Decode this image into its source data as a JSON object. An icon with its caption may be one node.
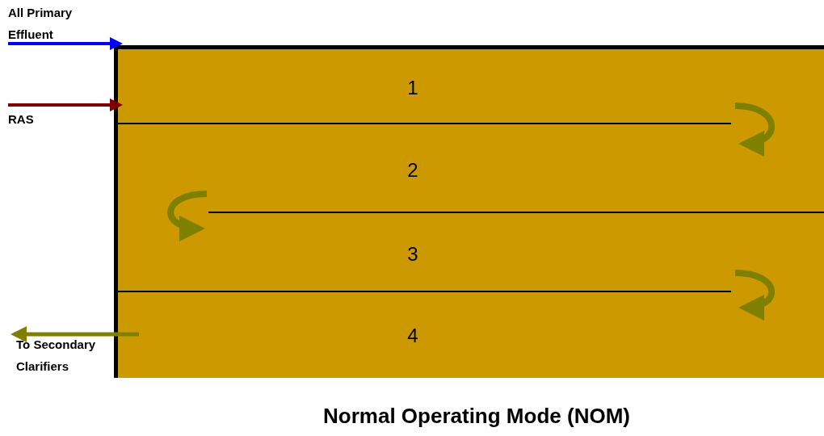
{
  "diagram": {
    "caption": "Normal Operating Mode (NOM)",
    "nodes": [
      {
        "text": [
          "All Primary Effluent"
        ]
      },
      {
        "text": [
          "RAS"
        ]
      },
      {
        "text": [],
        "shape": "box"
      },
      {
        "text": [
          "1"
        ],
        "in": 2
      },
      {
        "text": [
          "2"
        ],
        "in": 2
      },
      {
        "text": [
          "3"
        ],
        "in": 2
      },
      {
        "text": [
          "4"
        ],
        "in": 2
      },
      {
        "text": [
          "To Secondary Clarifiers"
        ]
      }
    ],
    "edges": [
      {
        "from": 0,
        "to": 3,
        "arrow": "to",
        "color": "#0000ff"
      },
      {
        "from": 1,
        "to": 3,
        "arrow": "to",
        "color": "#800000"
      },
      {
        "from": 3,
        "to": 4,
        "arrow": "to",
        "color": "#808000"
      },
      {
        "from": 4,
        "to": 5,
        "arrow": "to",
        "color": "#808000"
      },
      {
        "from": 5,
        "to": 6,
        "arrow": "to",
        "color": "#808000"
      },
      {
        "from": 6,
        "to": 7,
        "arrow": "to",
        "color": "#808000"
      }
    ]
  }
}
